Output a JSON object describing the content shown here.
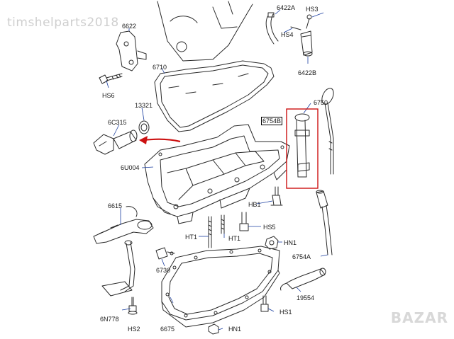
{
  "watermark": "timshelparts2018",
  "brand": "BAZAR",
  "colors": {
    "line": "#2a2a2a",
    "arrow": "#cc1111",
    "highlight": "#cc1111",
    "leader": "#1b3fa0"
  },
  "labels": {
    "l6622": "6622",
    "l6422A": "6422A",
    "lHS3": "HS3",
    "lHS4": "HS4",
    "l6422B": "6422B",
    "l6710": "6710",
    "lHS6": "HS6",
    "l13321": "13321",
    "l6C315": "6C315",
    "l6750": "6750",
    "l6754B": "6754B",
    "l6U004": "6U004",
    "l6615": "6615",
    "lHB1": "HB1",
    "lHS5": "HS5",
    "lHT1a": "HT1",
    "lHT1b": "HT1",
    "lHN1a": "HN1",
    "l6754A": "6754A",
    "l6730": "6730",
    "l6N778": "6N778",
    "lHS2": "HS2",
    "l6675": "6675",
    "lHS1": "HS1",
    "lHN1b": "HN1",
    "l19554": "19554"
  }
}
